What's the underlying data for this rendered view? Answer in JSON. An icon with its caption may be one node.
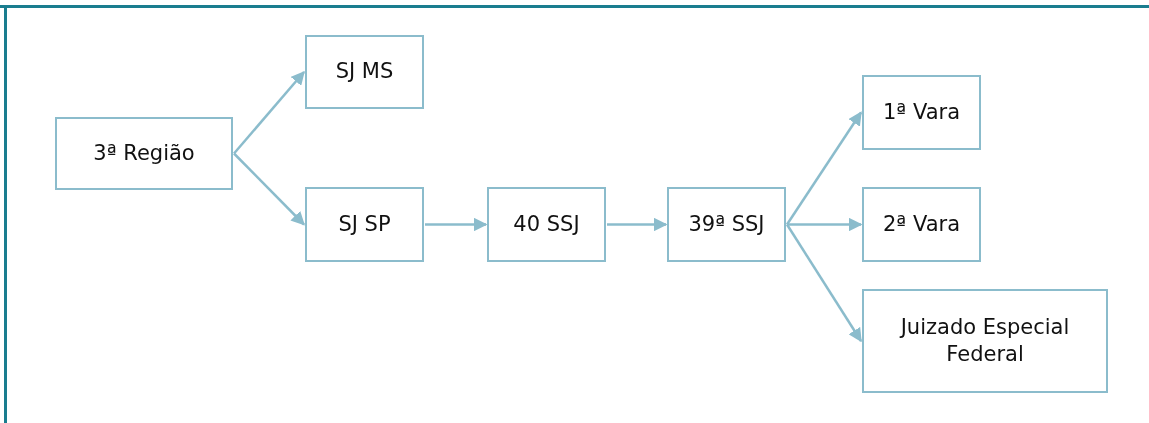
{
  "diagram": {
    "nodes": [
      {
        "text": [
          "3ª Região"
        ]
      },
      {
        "text": [
          "SJ MS"
        ]
      },
      {
        "text": [
          "SJ SP"
        ]
      },
      {
        "text": [
          "40 SSJ"
        ]
      },
      {
        "text": [
          "39ª SSJ"
        ]
      },
      {
        "text": [
          "1ª Vara"
        ]
      },
      {
        "text": [
          "2ª Vara"
        ]
      },
      {
        "text": [
          "Juizado Especial Federal"
        ]
      }
    ],
    "edges": [
      {
        "from": 0,
        "to": 1,
        "arrow": "to"
      },
      {
        "from": 0,
        "to": 2,
        "arrow": "to"
      },
      {
        "from": 2,
        "to": 3,
        "arrow": "to"
      },
      {
        "from": 3,
        "to": 4,
        "arrow": "to"
      },
      {
        "from": 4,
        "to": 5,
        "arrow": "to"
      },
      {
        "from": 4,
        "to": 6,
        "arrow": "to"
      },
      {
        "from": 4,
        "to": 7,
        "arrow": "to"
      }
    ]
  }
}
